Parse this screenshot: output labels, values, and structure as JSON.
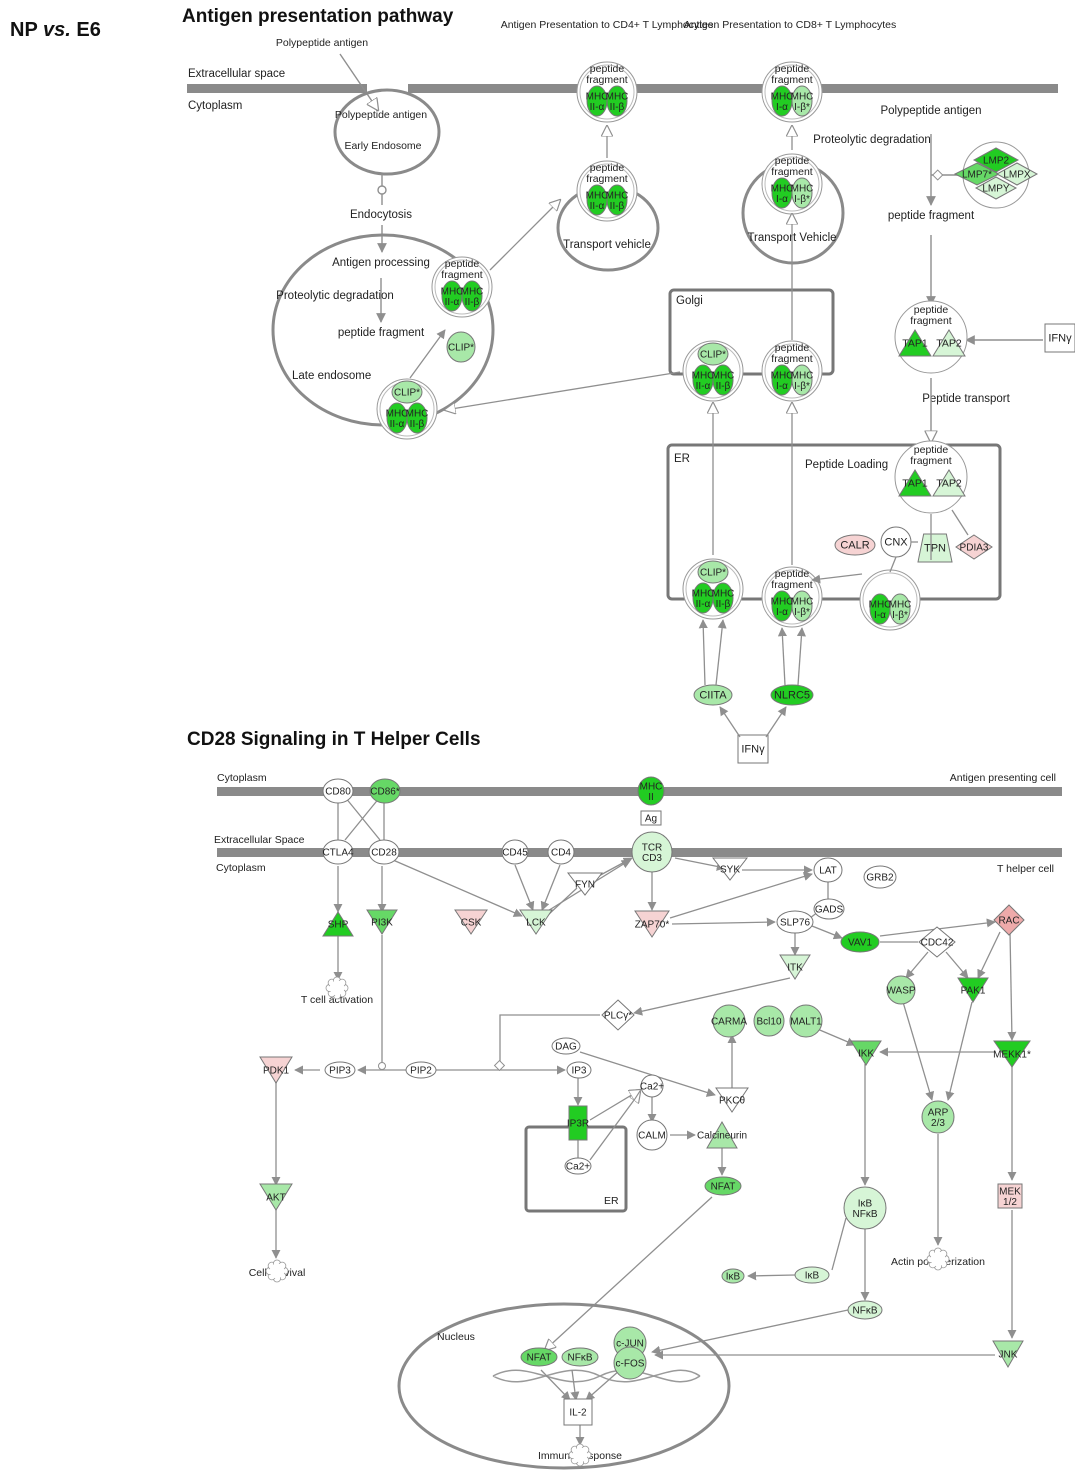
{
  "header": {
    "prefix": "NP",
    "vs": "vs.",
    "suffix": "E6"
  },
  "colors": {
    "g0": "#ffffff",
    "g1": "#d6f5d6",
    "g2": "#a8e8a8",
    "g3": "#66d866",
    "g4": "#22cc22",
    "r1": "#f6d3d3",
    "r2": "#eeaaaa",
    "membrane": "#8a8a8a",
    "edge": "#8f8f8f"
  },
  "panel1": {
    "title": "Antigen presentation pathway",
    "labels": {
      "polypeptide_antigen_top": "Polypeptide antigen",
      "extracellular_space": "Extracellular space",
      "cytoplasm": "Cytoplasm",
      "cd4_presentation": "Antigen Presentation to CD4+ T Lymphocytes",
      "cd8_presentation": "Antigen Presentation to CD8+ T Lymphocytes",
      "early_endosome_content": "Polypeptide antigen",
      "early_endosome": "Early Endosome",
      "endocytosis": "Endocytosis",
      "antigen_processing": "Antigen processing",
      "proteolytic_degradation_left": "Proteolytic degradation",
      "peptide_fragment_left": "peptide fragment",
      "late_endosome": "Late endosome",
      "transport_vehicle": "Transport vehicle",
      "transport_vehicle_cd8": "Transport Vehicle",
      "proteolytic_degradation_right": "Proteolytic degradation",
      "polypeptide_antigen_right": "Polypeptide antigen",
      "peptide_fragment_right": "peptide fragment",
      "golgi": "Golgi",
      "er": "ER",
      "peptide_loading": "Peptide Loading",
      "peptide_transport": "Peptide transport",
      "peptide_fragment": "peptide fragment"
    },
    "nodes": {
      "mhc2a": "MHC II-α",
      "mhc2b": "MHC II-β",
      "mhc1a": "MHC I-α",
      "mhc1b": "MHC I-β*",
      "clip": "CLIP*",
      "lmp2": "LMP2",
      "lmp7": "LMP7*",
      "lmpx": "LMPX",
      "lmpy": "LMPY",
      "tap1": "TAP1",
      "tap2": "TAP2",
      "ifng": "IFNγ",
      "calr": "CALR",
      "cnx": "CNX",
      "tpn": "TPN",
      "pdia3": "PDIA3",
      "ciita": "CIITA",
      "nlrc5": "NLRC5"
    }
  },
  "panel2": {
    "title": "CD28 Signaling in T Helper Cells",
    "labels": {
      "cytoplasm_top": "Cytoplasm",
      "apc": "Antigen presenting cell",
      "extracellular_space": "Extracellular Space",
      "cytoplasm": "Cytoplasm",
      "t_helper_cell": "T helper cell",
      "t_cell_activation": "T cell activation",
      "cell_survival": "Cell survival",
      "er": "ER",
      "nucleus": "Nucleus",
      "immune_response": "Immune response",
      "actin_polymerization": "Actin polymerization"
    },
    "nodes": {
      "cd80": "CD80",
      "cd86": "CD86*",
      "mhc2": "MHC II",
      "ag": "Ag",
      "ctla4": "CTLA4",
      "cd28": "CD28",
      "cd45": "CD45",
      "cd4": "CD4",
      "tcr": "TCR",
      "cd3": "CD3",
      "fyn": "FYN",
      "syk": "SYK",
      "lat": "LAT",
      "grb2": "GRB2",
      "gads": "GADS",
      "shp": "SHP",
      "pi3k": "PI3K",
      "csk": "CSK",
      "lck": "LCK",
      "zap70": "ZAP70*",
      "slp76": "SLP76",
      "vav1": "VAV1",
      "cdc42": "CDC42",
      "rac": "RAC",
      "itk": "ITK",
      "wasp": "WASP",
      "pak1": "PAK1",
      "plcg": "PLCγ*",
      "carma": "CARMA",
      "bcl10": "Bcl10",
      "malt1": "MALT1",
      "ikk": "IKK",
      "mekk1": "MEKK1*",
      "dag": "DAG",
      "pdk1": "PDK1",
      "pip3": "PIP3",
      "pip2": "PIP2",
      "ip3": "IP3",
      "ca2": "Ca2+",
      "pkc": "PKCθ",
      "arp": "ARP 2/3",
      "ip3r": "IP3R",
      "calm": "CALM",
      "calcineurin": "Calcineurin",
      "nfat": "NFAT",
      "akt": "AKT",
      "ikb": "IκB",
      "nfkb": "NFκB",
      "mek": "MEK 1/2",
      "jnk": "JNK",
      "cjun": "c-JUN",
      "cfos": "c-FOS",
      "il2": "IL-2"
    }
  }
}
